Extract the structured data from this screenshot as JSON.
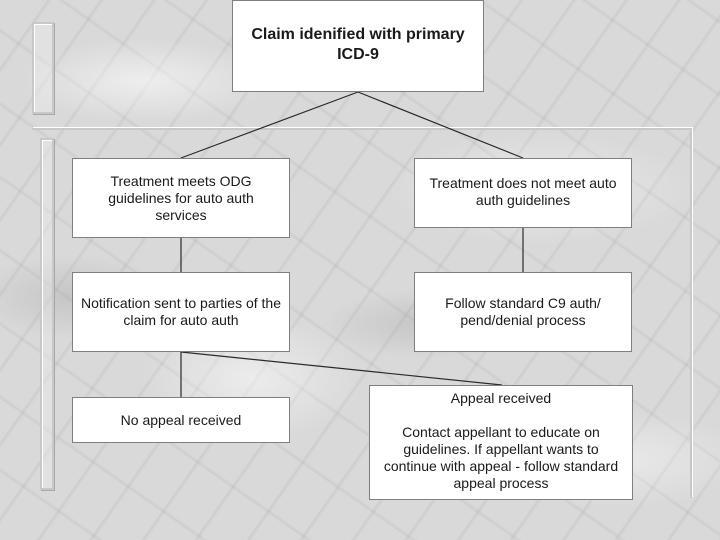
{
  "flowchart": {
    "root": {
      "line1": "Claim idenified with primary",
      "line2": "ICD-9"
    },
    "left": {
      "meets": "Treatment meets ODG guidelines for auto auth services",
      "notify": "Notification sent to parties of the claim for auto auth",
      "no_appeal": "No appeal received"
    },
    "right": {
      "not_meet": "Treatment does not meet auto auth guidelines",
      "standard": "Follow standard C9 auth/ pend/denial process",
      "appeal_title": "Appeal received",
      "appeal_body": "Contact appellant to educate on guidelines.  If appellant wants to continue with appeal - follow standard appeal process"
    }
  }
}
